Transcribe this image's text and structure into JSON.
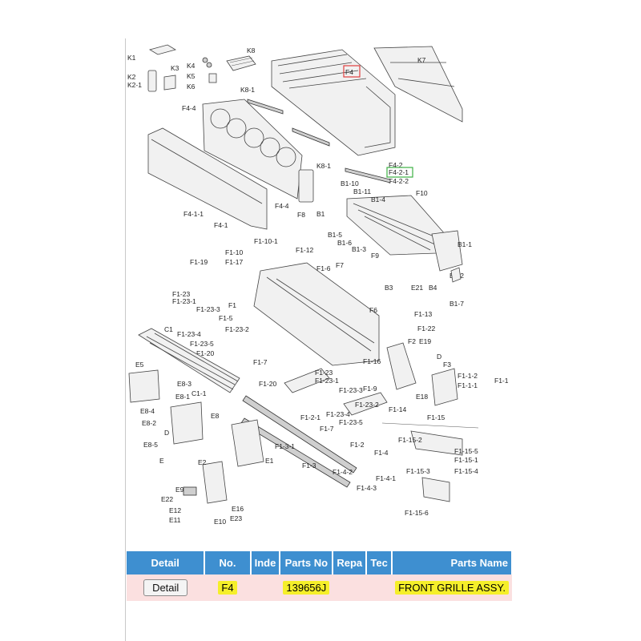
{
  "diagram": {
    "labels": {
      "K1": "K1",
      "K2": "K2",
      "K2_1": "K2-1",
      "K3": "K3",
      "K4": "K4",
      "K5": "K5",
      "K6": "K6",
      "K7": "K7",
      "K8": "K8",
      "K8_1a": "K8-1",
      "K8_1b": "K8-1",
      "F4": "F4",
      "F4_2": "F4-2",
      "F4_2_1": "F4-2-1",
      "F4_2_2": "F4-2-2",
      "F4_4a": "F4-4",
      "F4_4b": "F4-4",
      "F4_1": "F4-1",
      "F4_1_1": "F4-1-1",
      "F8": "F8",
      "B1": "B1",
      "B1_10": "B1-10",
      "B1_11": "B1-11",
      "B1_4": "B1-4",
      "B1_5": "B1-5",
      "B1_6": "B1-6",
      "B1_3": "B1-3",
      "B1_1": "B1-1",
      "B1_2": "B1-2",
      "B1_7": "B1-7",
      "B3": "B3",
      "B4": "B4",
      "E21": "E21",
      "F9": "F9",
      "F10": "F10",
      "F1": "F1",
      "F1_10": "F1-10",
      "F1_10_1": "F1-10-1",
      "F1_12": "F1-12",
      "F1_6": "F1-6",
      "F7": "F7",
      "F1_19": "F1-19",
      "F1_17": "F1-17",
      "F1_23a": "F1-23",
      "F1_23_1a": "F1-23-1",
      "F1_23_3a": "F1-23-3",
      "F1_5": "F1-5",
      "F1_23_2a": "F1-23-2",
      "F1_23_4a": "F1-23-4",
      "F1_23_5a": "F1-23-5",
      "F1_20a": "F1-20",
      "F1_7a": "F1-7",
      "F6": "F6",
      "F1_13": "F1-13",
      "F1_22": "F1-22",
      "F2": "F2",
      "E19": "E19",
      "D": "D",
      "F3": "F3",
      "F1_1_2": "F1-1-2",
      "F1_1_1": "F1-1-1",
      "F1_1": "F1-1",
      "F1_16": "F1-16",
      "F1_9": "F1-9",
      "E18": "E18",
      "F1_14": "F1-14",
      "C1": "C1",
      "E5": "E5",
      "E8_3": "E8-3",
      "E8_1": "E8-1",
      "C1_1": "C1-1",
      "F1_20b": "F1-20",
      "F1_23b": "F1-23",
      "F1_23_1b": "F1-23-1",
      "F1_23_3b": "F1-23-3",
      "F1_23_2b": "F1-23-2",
      "F1_23_4b": "F1-23-4",
      "F1_23_5b": "F1-23-5",
      "F1_2_1": "F1-2-1",
      "F1_7b": "F1-7",
      "E8_4": "E8-4",
      "E8_2": "E8-2",
      "E8": "E8",
      "E8_5": "E8-5",
      "E": "E",
      "E2": "E2",
      "E1": "E1",
      "F1_3_1": "F1-3-1",
      "F1_3": "F1-3",
      "F1_2": "F1-2",
      "F1_4": "F1-4",
      "F1_4_2": "F1-4-2",
      "F1_4_1": "F1-4-1",
      "F1_4_3": "F1-4-3",
      "F1_15": "F1-15",
      "F1_15_2": "F1-15-2",
      "F1_15_5": "F1-15-5",
      "F1_15_1": "F1-15-1",
      "F1_15_3": "F1-15-3",
      "F1_15_4": "F1-15-4",
      "F1_15_6": "F1-15-6",
      "E9": "E9",
      "E22": "E22",
      "E12": "E12",
      "E11": "E11",
      "E16": "E16",
      "E10": "E10",
      "E23": "E23"
    },
    "highlight_colors": {
      "selected": "#e04040",
      "hover": "#3cb043"
    }
  },
  "table": {
    "headers": [
      "Detail",
      "No.",
      "Inde",
      "Parts No",
      "Repa",
      "Tec",
      "Parts Name"
    ],
    "row": {
      "detail_label": "Detail",
      "no": "F4",
      "index": "",
      "parts_no": "139656J",
      "repair": "",
      "tech": "",
      "parts_name": "FRONT GRILLE ASSY."
    },
    "colors": {
      "header": "#3e8fd0",
      "row": "#fbe0e0",
      "highlight": "#f5ef2a"
    }
  }
}
